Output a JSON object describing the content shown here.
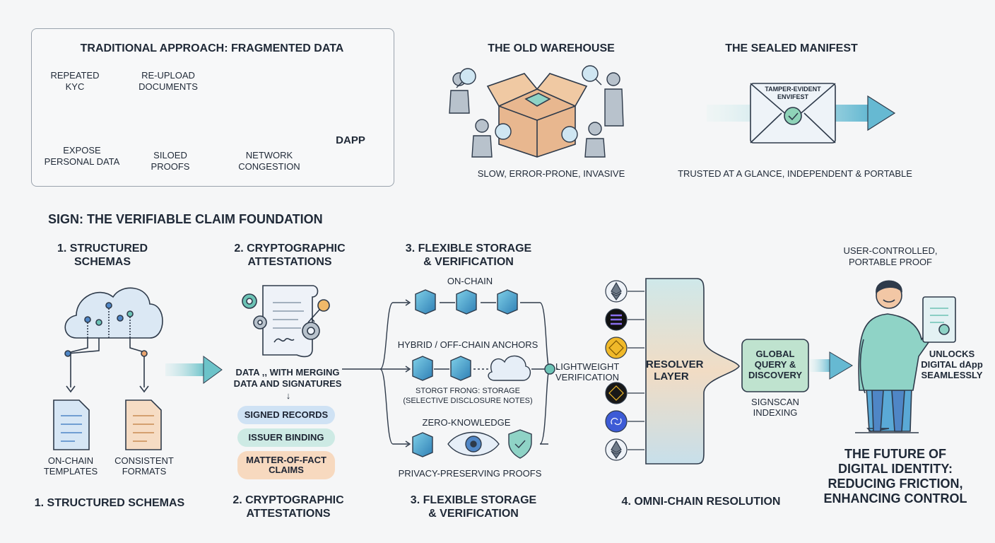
{
  "traditional": {
    "title": "TRADITIONAL APPROACH: FRAGMENTED DATA",
    "repeated_kyc": "REPEATED\nKYC",
    "reupload": "RE-UPLOAD\nDOCUMENTS",
    "expose": "EXPOSE\nPERSONAL DATA",
    "siloed": "SILOED\nPROOFS",
    "congestion": "NETWORK\nCONGESTION",
    "dapp": "DAPP"
  },
  "warehouse": {
    "title": "THE OLD WAREHOUSE",
    "caption": "SLOW, ERROR-PRONE, INVASIVE"
  },
  "manifest": {
    "title": "THE SEALED MANIFEST",
    "envelope_text": "TAMPER-EVIDENT\nENVIFEST",
    "caption": "TRUSTED AT A GLANCE, INDEPENDENT & PORTABLE"
  },
  "sign_title": "SIGN: THE VERIFIABLE CLAIM FOUNDATION",
  "schemas": {
    "title": "1. STRUCTURED\nSCHEMAS",
    "templates": "ON-CHAIN\nTEMPLATES",
    "formats": "CONSISTENT\nFORMATS",
    "footer": "1. STRUCTURED SCHEMAS"
  },
  "attestations": {
    "title": "2. CRYPTOGRAPHIC\nATTESTATIONS",
    "data_text": "DATA ,, WITH MERGING\nDATA AND SIGNATURES",
    "down_arrow": "↓",
    "pills": [
      "SIGNED RECORDS",
      "ISSUER BINDING",
      "MATTER-OF-FACT\nCLAIMS"
    ],
    "footer": "2. CRYPTOGRAPHIC\nATTESTATIONS"
  },
  "storage": {
    "title": "3. FLEXIBLE STORAGE\n& VERIFICATION",
    "onchain": "ON-CHAIN",
    "hybrid": "HYBRID / OFF-CHAIN ANCHORS",
    "storage_note": "STORGT FRONG: STORAGE\n(SELECTIVE DISCLOSURE NOTES)",
    "zk": "ZERO-KNOWLEDGE",
    "privacy": "PRIVACY-PRESERVING PROOFS",
    "lightweight": "LIGHTWEIGHT\nVERIFICATION",
    "footer": "3. FLEXIBLE STORAGE\n& VERIFICATION"
  },
  "resolution": {
    "resolver": "RESOLVER\nLAYER",
    "global": "GLOBAL\nQUERY &\nDISCOVERY",
    "signscan": "SIGNSCAN\nINDEXING",
    "footer": "4. OMNI-CHAIN RESOLUTION",
    "chain_icons": [
      "ethereum-icon",
      "solana-icon",
      "bnb-icon",
      "bnb-dark-icon",
      "link-icon",
      "ethereum-icon"
    ]
  },
  "user": {
    "portable": "USER-CONTROLLED,\nPORTABLE PROOF",
    "unlocks": "UNLOCKS\nDIGITAL dApp\nSEAMLESSLY",
    "future": "THE FUTURE OF\nDIGITAL IDENTITY:\nREDUCING FRICTION,\nENHANCING CONTROL"
  },
  "colors": {
    "accent": "#6cc3c9",
    "cube": "#4fa3d1",
    "outline": "#2e3a4a",
    "red": "#e06b61"
  }
}
